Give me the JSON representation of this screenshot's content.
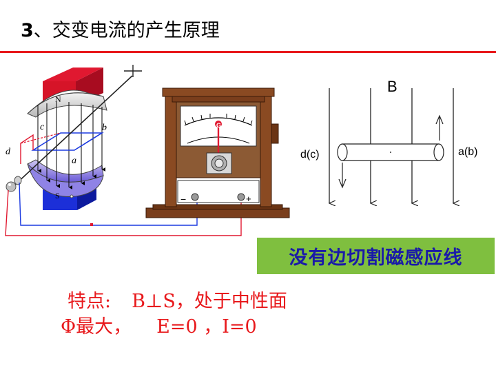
{
  "title": {
    "number": "3",
    "text": "、交变电流的产生原理"
  },
  "generator": {
    "labels": {
      "N": "N",
      "S": "S",
      "a": "a",
      "b": "b",
      "c": "c",
      "d": "d"
    }
  },
  "meter": {
    "G": "G",
    "minus": "−",
    "plus": "+"
  },
  "field": {
    "B": "B",
    "left": "d(c)",
    "right": "a(b)"
  },
  "banner": "没有边切割磁感应线",
  "features": {
    "label": "特点:",
    "cond": "B⊥S，处于中性面",
    "phi": "Φ最大，",
    "e": "E=0 ，I=0"
  },
  "colors": {
    "accent": "#e8191c",
    "banner_bg": "#7fbf3f",
    "banner_text": "#1a1aa8"
  }
}
